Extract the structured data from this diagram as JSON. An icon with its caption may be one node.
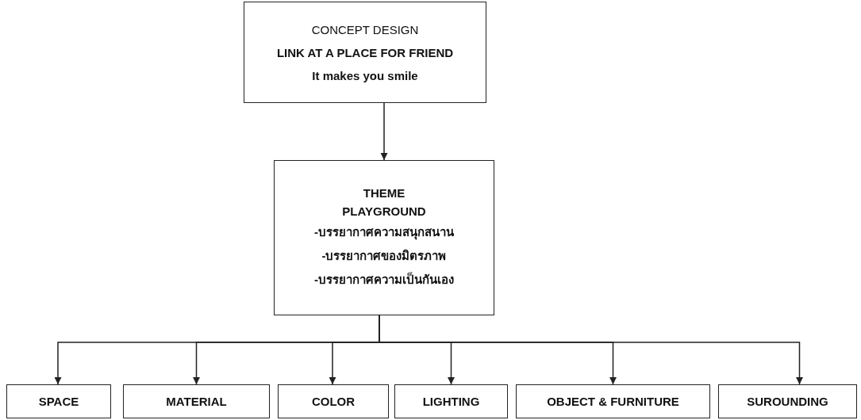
{
  "diagram": {
    "nodes": [
      {
        "text": [
          "CONCEPT DESIGN",
          "LINK AT A PLACE FOR FRIEND",
          "It makes you smile"
        ]
      },
      {
        "text": [
          "THEME",
          "PLAYGROUND",
          "-บรรยากาศความสนุกสนาน",
          "-บรรยากาศของมิตรภาพ",
          "-บรรยากาศความเป็นกันเอง"
        ]
      },
      {
        "text": [
          "SPACE"
        ]
      },
      {
        "text": [
          "MATERIAL"
        ]
      },
      {
        "text": [
          "COLOR"
        ]
      },
      {
        "text": [
          "LIGHTING"
        ]
      },
      {
        "text": [
          "OBJECT & FURNITURE"
        ]
      },
      {
        "text": [
          "SUROUNDING"
        ]
      }
    ],
    "edges": [
      {
        "from": 0,
        "to": 1,
        "arrow": "to"
      },
      {
        "from": 1,
        "to": 2,
        "arrow": "to"
      },
      {
        "from": 1,
        "to": 3,
        "arrow": "to"
      },
      {
        "from": 1,
        "to": 4,
        "arrow": "to"
      },
      {
        "from": 1,
        "to": 5,
        "arrow": "to"
      },
      {
        "from": 1,
        "to": 6,
        "arrow": "to"
      },
      {
        "from": 1,
        "to": 7,
        "arrow": "to"
      }
    ]
  }
}
